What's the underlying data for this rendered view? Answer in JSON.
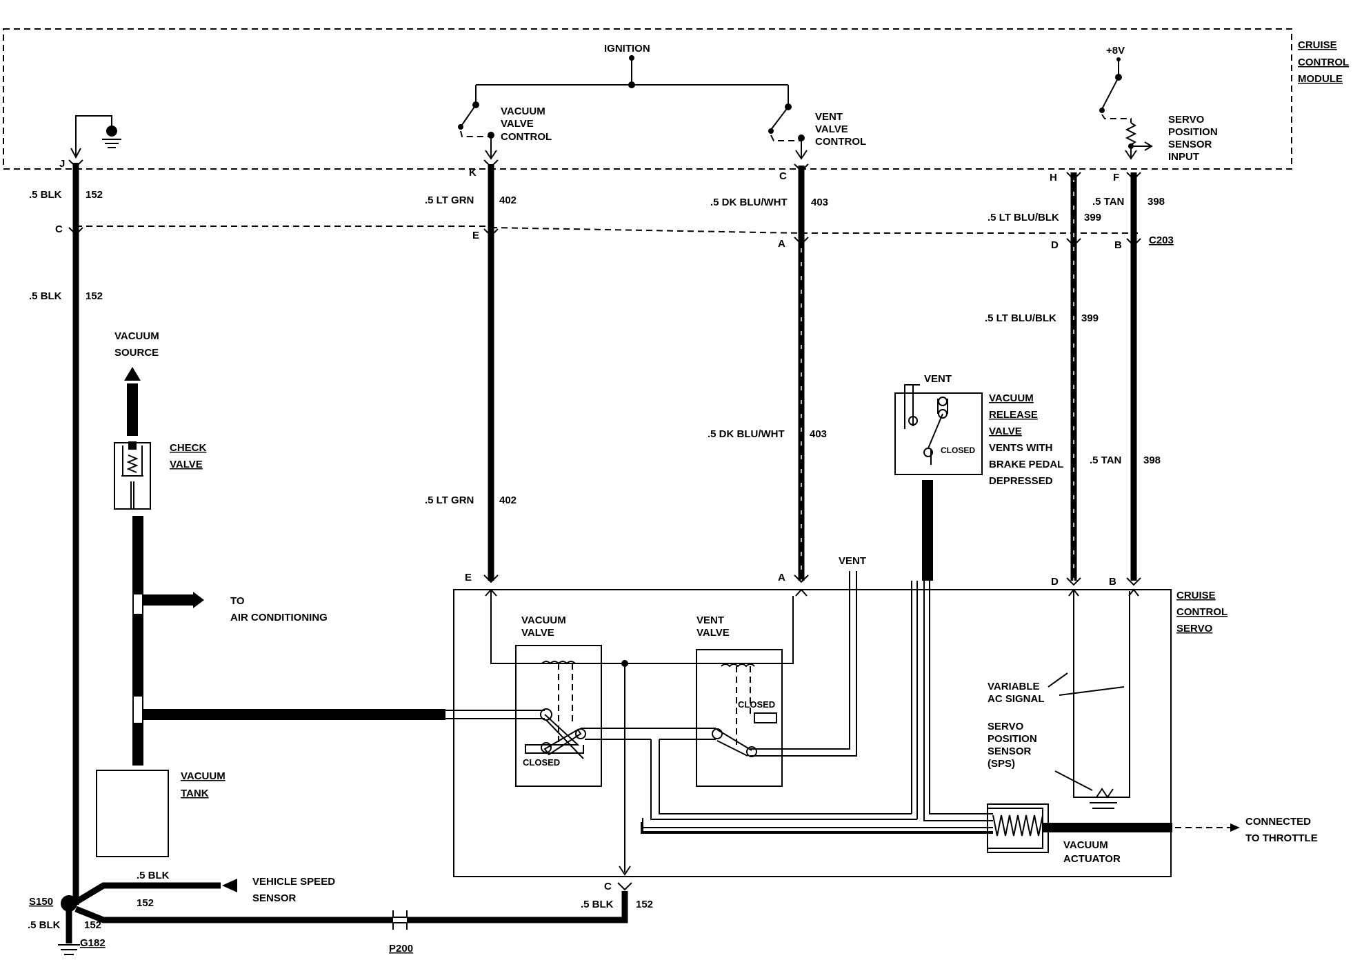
{
  "module": {
    "title": [
      "CRUISE",
      "CONTROL",
      "MODULE"
    ],
    "ignition": "IGNITION",
    "plus8v": "+8V",
    "vacuum_valve_control": [
      "VACUUM",
      "VALVE",
      "CONTROL"
    ],
    "vent_valve_control": [
      "VENT",
      "VALVE",
      "CONTROL"
    ],
    "servo_position_sensor_input": [
      "SERVO",
      "POSITION",
      "SENSOR",
      "INPUT"
    ]
  },
  "pins": {
    "module": [
      "J",
      "K",
      "C",
      "H",
      "F"
    ],
    "c203": [
      "C",
      "E",
      "A",
      "D",
      "B"
    ],
    "servo": [
      "E",
      "A",
      "D",
      "B"
    ],
    "ground_c": "C"
  },
  "connector_c203": "C203",
  "wires": {
    "blk": ".5 BLK",
    "lt_grn": ".5 LT GRN",
    "dk_blu_wht": ".5 DK BLU/WHT",
    "lt_blu_blk": ".5 LT BLU/BLK",
    "tan": ".5 TAN",
    "c152": "152",
    "c402": "402",
    "c403": "403",
    "c399": "399",
    "c398": "398"
  },
  "vacuum": {
    "source": [
      "VACUUM",
      "SOURCE"
    ],
    "check_valve": [
      "CHECK",
      "VALVE"
    ],
    "to_ac": [
      "TO",
      "AIR CONDITIONING"
    ],
    "tank": [
      "VACUUM",
      "TANK"
    ]
  },
  "release_valve": {
    "vent": "VENT",
    "title": [
      "VACUUM",
      "RELEASE",
      "VALVE"
    ],
    "desc": [
      "VENTS WITH",
      "BRAKE PEDAL",
      "DEPRESSED"
    ],
    "closed": "CLOSED"
  },
  "servo": {
    "title": [
      "CRUISE",
      "CONTROL",
      "SERVO"
    ],
    "vent": "VENT",
    "vacuum_valve": [
      "VACUUM",
      "VALVE"
    ],
    "vent_valve": [
      "VENT",
      "VALVE"
    ],
    "closed": "CLOSED",
    "variable_ac": [
      "VARIABLE",
      "AC SIGNAL"
    ],
    "sps": [
      "SERVO",
      "POSITION",
      "SENSOR",
      "(SPS)"
    ],
    "actuator": [
      "VACUUM",
      "ACTUATOR"
    ],
    "throttle": [
      "CONNECTED",
      "TO THROTTLE"
    ]
  },
  "ground": {
    "s150": "S150",
    "g182": "G182",
    "p200": "P200",
    "vss": [
      "VEHICLE SPEED",
      "SENSOR"
    ]
  }
}
